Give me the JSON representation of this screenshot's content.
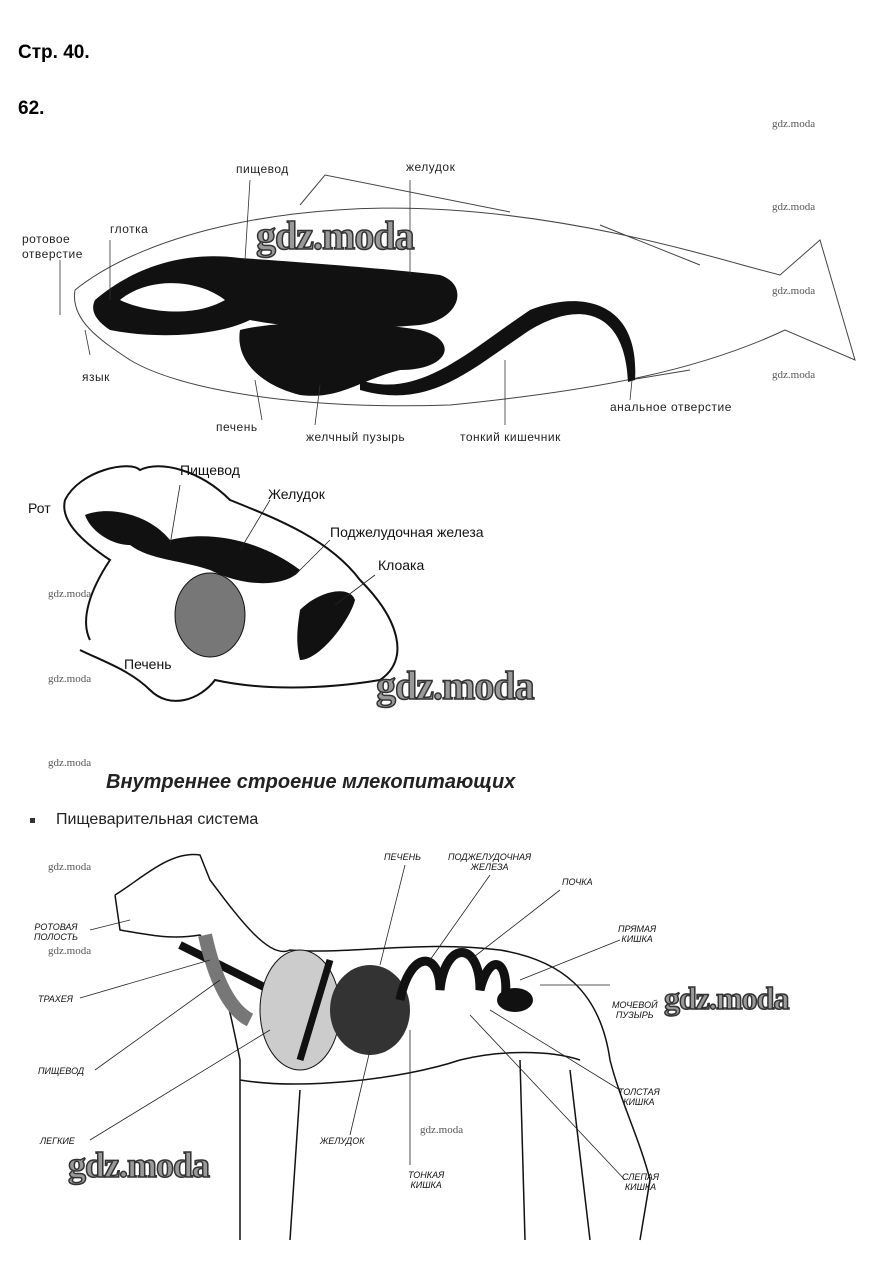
{
  "header": {
    "page": "Стр. 40.",
    "task": "62."
  },
  "fish": {
    "labels": {
      "mouth": "ротовое\nотверстие",
      "pharynx": "глотка",
      "esophagus": "пищевод",
      "stomach": "желудок",
      "tongue": "язык",
      "liver": "печень",
      "gallbladder": "желчный пузырь",
      "small_intestine": "тонкий кишечник",
      "anus": "анальное отверстие"
    }
  },
  "frog": {
    "labels": {
      "mouth": "Рот",
      "esophagus": "Пищевод",
      "stomach": "Желудок",
      "pancreas": "Поджелудочная железа",
      "cloaca": "Клоака",
      "liver": "Печень"
    }
  },
  "mammals": {
    "title": "Внутреннее строение млекопитающих",
    "bullet": "Пищеварительная система",
    "labels": {
      "mouth": "РОТОВАЯ\nПОЛОСТЬ",
      "trachea": "ТРАХЕЯ",
      "esophagus": "ПИЩЕВОД",
      "lungs": "ЛЕГКИЕ",
      "liver": "ПЕЧЕНЬ",
      "pancreas": "ПОДЖЕЛУДОЧНАЯ\nЖЕЛЕЗА",
      "kidney": "ПОЧКА",
      "rectum": "ПРЯМАЯ\nКИШКА",
      "bladder": "МОЧЕВОЙ\nПУЗЫРЬ",
      "large_intestine": "ТОЛСТАЯ\nКИШКА",
      "caecum": "СЛЕПАЯ\nКИШКА",
      "small_intestine": "ТОНКАЯ\nКИШКА",
      "stomach": "ЖЕЛУДОК"
    }
  },
  "watermark": {
    "small": "gdz.moda",
    "big": "gdz.moda"
  }
}
